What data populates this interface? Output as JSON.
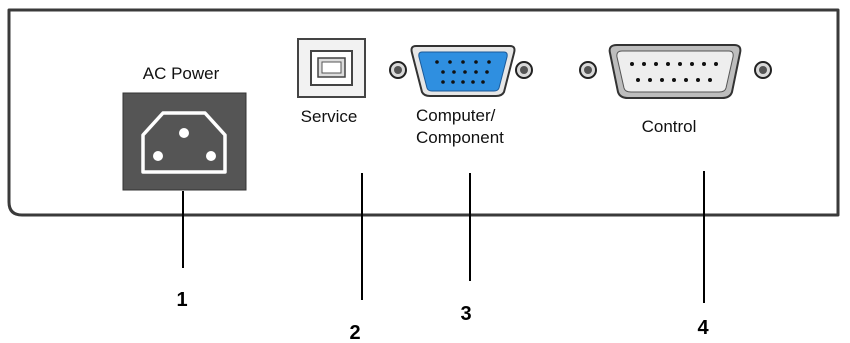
{
  "connectors": {
    "ac_power": {
      "label": "AC Power"
    },
    "service": {
      "label": "Service"
    },
    "computer_component": {
      "label_line1": "Computer/",
      "label_line2": "Component"
    },
    "control": {
      "label": "Control"
    }
  },
  "callouts": [
    "1",
    "2",
    "3",
    "4"
  ],
  "colors": {
    "panel_outline": "#3a3a3a",
    "ac_inlet": "#555555",
    "vga_blue": "#2f8fe0",
    "db15_gray": "#d9d9d9",
    "pin_hole": "#111111"
  },
  "icons": {
    "ac_power": "iec-c14-inlet-icon",
    "service": "usb-type-b-port-icon",
    "computer_component": "vga-de15-port-icon",
    "control": "db15-serial-port-icon",
    "thumbscrew": "hex-standoff-icon"
  }
}
